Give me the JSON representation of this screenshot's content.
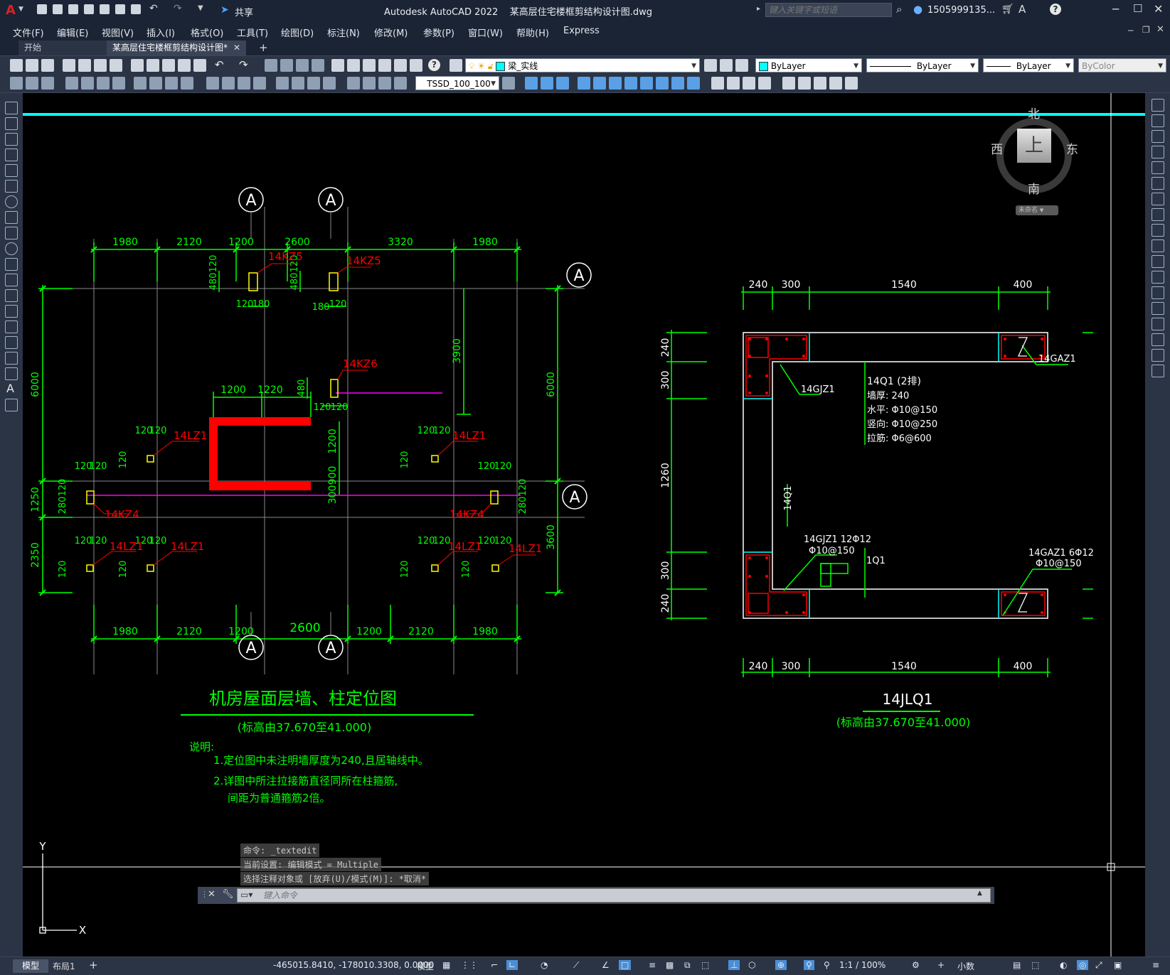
{
  "window": {
    "title": "Autodesk AutoCAD 2022    某高层住宅楼框剪结构设计图.dwg",
    "search_placeholder": "键入关键字或短语",
    "user": "1505999135...",
    "share_label": "共享"
  },
  "menu": [
    "文件(F)",
    "编辑(E)",
    "视图(V)",
    "插入(I)",
    "格式(O)",
    "工具(T)",
    "绘图(D)",
    "标注(N)",
    "修改(M)",
    "参数(P)",
    "窗口(W)",
    "帮助(H)",
    "Express"
  ],
  "tabs": [
    {
      "label": "开始"
    },
    {
      "label": "某高层住宅楼框剪结构设计图*"
    }
  ],
  "toolbar": {
    "layer": "梁_实线",
    "color": "ByLayer",
    "linetype": "ByLayer",
    "lineweight": "ByLayer",
    "plotstyle": "ByColor",
    "dimstyle": "TSSD_100_100"
  },
  "viewcube": {
    "north": "北",
    "south": "南",
    "east": "东",
    "west": "西",
    "top": "上",
    "ucs": "未命名"
  },
  "drawing": {
    "axis_bubble": "A",
    "top_dims": [
      "1980",
      "2120",
      "1200",
      "2600",
      "3320",
      "1980"
    ],
    "bottom_dims": [
      "1980",
      "2120",
      "1200",
      "2600",
      "1200",
      "2120",
      "1980"
    ],
    "left_dims": [
      "6000",
      "1250",
      "2350"
    ],
    "right_dims": [
      "6000",
      "3600"
    ],
    "inner_dims": {
      "d3900": "3900",
      "d1200a": "1200",
      "d1220": "1220",
      "d1200b": "1200",
      "d900": "900",
      "d300": "300"
    },
    "small_dims": {
      "a": "120",
      "b": "180",
      "c": "480",
      "d": "280"
    },
    "column_labels": {
      "kz5": "14KZ5",
      "kz6": "14KZ6",
      "lz1": "14LZ1",
      "kz4": "14KZ4"
    },
    "main_title": "机房屋面层墙、柱定位图",
    "main_subtitle": "(标高由37.670至41.000)",
    "notes_title": "说明:",
    "note1": "1.定位图中未注明墙厚度为240,且居轴线中。",
    "note2a": "2.详图中所注拉接筋直径同所在柱箍筋,",
    "note2b": "间距为普通箍筋2倍。",
    "detail_top_dims": [
      "240",
      "300",
      "1540",
      "400"
    ],
    "detail_bottom_dims": [
      "240",
      "300",
      "1540",
      "400"
    ],
    "detail_left_dims": [
      "240",
      "300",
      "1260",
      "300",
      "240"
    ],
    "detail_labels": {
      "gjz1_top": "14GJZ1",
      "gaz1_top": "14GAZ1",
      "wall_name": "14Q1 (2排)",
      "wall_thk": "墙厚: 240",
      "wall_h": "水平: Φ10@150",
      "wall_v": "竖向: Φ10@250",
      "wall_tie": "拉筋: Φ6@600",
      "q1_vertical": "14Q1",
      "gjz1_bot": "14GJZ1  12Φ12",
      "gjz1_bot2": "Φ10@150",
      "q1": "1Q1",
      "gaz1_bot": "14GAZ1  6Φ12",
      "gaz1_bot2": "Φ10@150"
    },
    "detail_title": "14JLQ1",
    "detail_subtitle": "(标高由37.670至41.000)"
  },
  "command": {
    "line1": "命令: _textedit",
    "line2": "当前设置: 编辑模式 = Multiple",
    "line3": "选择注释对象或 [放弃(U)/模式(M)]: *取消*",
    "placeholder": "键入命令"
  },
  "ucs": {
    "x": "X",
    "y": "Y"
  },
  "status": {
    "model_tab": "模型",
    "layout_tab": "布局1",
    "coords": "-465015.8410, -178010.3308, 0.0000",
    "space": "模型",
    "scale": "1:1 / 100%",
    "units": "小数"
  },
  "colors": {
    "cad_green": "#00ff00",
    "cad_red": "#ff0000",
    "cad_cyan": "#00ffff",
    "cad_yellow": "#ffff00",
    "cad_magenta": "#ff00ff"
  }
}
